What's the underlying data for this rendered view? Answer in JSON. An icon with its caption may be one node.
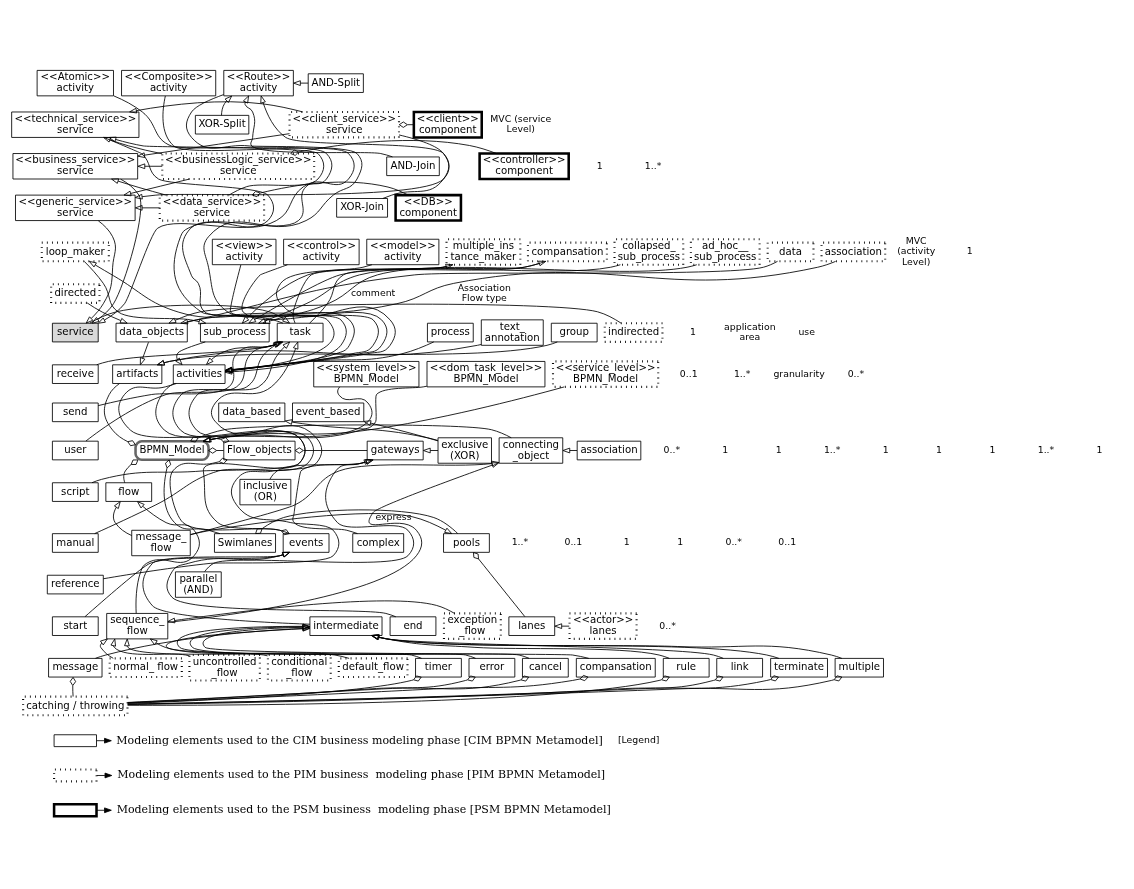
{
  "diagram": {
    "nodes": [
      {
        "text": [
          "<<Atomic>> activity"
        ]
      },
      {
        "text": [
          "<<Composite>> activity"
        ]
      },
      {
        "text": [
          "<<Route>> activity"
        ]
      },
      {
        "text": [
          "AND-Split"
        ]
      },
      {
        "text": [
          "XOR-Split"
        ]
      },
      {
        "text": [
          "AND-Join"
        ]
      },
      {
        "text": [
          "XOR-Join"
        ]
      },
      {
        "text": [
          "<<technical_service>> service"
        ]
      },
      {
        "text": [
          "<<business_service>> service"
        ]
      },
      {
        "text": [
          "<<generic_service>> service"
        ]
      },
      {
        "text": [
          "<<client_service>> service"
        ]
      },
      {
        "text": [
          "<<businessLogic_service>> service"
        ]
      },
      {
        "text": [
          "<<data_service>> service"
        ]
      },
      {
        "text": [
          "<<client>> component"
        ]
      },
      {
        "text": [
          "<<controller>> component"
        ]
      },
      {
        "text": [
          "<<DB>> component"
        ]
      },
      {
        "text": [
          "loop_maker"
        ]
      },
      {
        "text": [
          "multiple_ins tance_maker"
        ]
      },
      {
        "text": [
          "compansation"
        ]
      },
      {
        "text": [
          "collapsed_ sub_process"
        ]
      },
      {
        "text": [
          "ad_hoc__ sub_process"
        ]
      },
      {
        "text": [
          "<<view>> activity"
        ]
      },
      {
        "text": [
          "<<control>> activity"
        ]
      },
      {
        "text": [
          "<<model>> activity"
        ]
      },
      {
        "text": [
          "data"
        ]
      },
      {
        "text": [
          "association"
        ]
      },
      {
        "text": [
          "directed"
        ]
      },
      {
        "text": [
          "indirected"
        ]
      },
      {
        "text": [
          "service"
        ]
      },
      {
        "text": [
          "task"
        ]
      },
      {
        "text": [
          "sub_process"
        ]
      },
      {
        "text": [
          "process"
        ]
      },
      {
        "text": [
          "text_ annotation"
        ]
      },
      {
        "text": [
          "group"
        ]
      },
      {
        "text": [
          "data_objects"
        ]
      },
      {
        "text": [
          "receive"
        ]
      },
      {
        "text": [
          "send"
        ]
      },
      {
        "text": [
          "user"
        ]
      },
      {
        "text": [
          "script"
        ]
      },
      {
        "text": [
          "manual"
        ]
      },
      {
        "text": [
          "reference"
        ]
      },
      {
        "text": [
          "activities"
        ]
      },
      {
        "text": [
          "artifacts"
        ]
      },
      {
        "text": [
          "<<system_level>> BPMN_Model"
        ]
      },
      {
        "text": [
          "<<dom_task_level>> BPMN_Model"
        ]
      },
      {
        "text": [
          "<<service_level>> BPMN_Model"
        ]
      },
      {
        "text": [
          "data_based"
        ]
      },
      {
        "text": [
          "event_based"
        ]
      },
      {
        "text": [
          "exclusive (XOR)"
        ]
      },
      {
        "text": [
          "gateways"
        ]
      },
      {
        "text": [
          "Flow_objects"
        ]
      },
      {
        "text": [
          "BPMN_Model"
        ]
      },
      {
        "text": [
          "connecting _object"
        ]
      },
      {
        "text": [
          "association"
        ]
      },
      {
        "text": [
          "inclusive (OR)"
        ]
      },
      {
        "text": [
          "flow"
        ]
      },
      {
        "text": [
          "complex"
        ]
      },
      {
        "text": [
          "events"
        ]
      },
      {
        "text": [
          "Swimlanes"
        ]
      },
      {
        "text": [
          "pools"
        ]
      },
      {
        "text": [
          "message_ flow"
        ]
      },
      {
        "text": [
          "parallel (AND)"
        ]
      },
      {
        "text": [
          "start"
        ]
      },
      {
        "text": [
          "intermediate"
        ]
      },
      {
        "text": [
          "end"
        ]
      },
      {
        "text": [
          "<<actor>> lanes"
        ]
      },
      {
        "text": [
          "lanes"
        ]
      },
      {
        "text": [
          "sequence_ flow"
        ]
      },
      {
        "text": [
          "exception _flow"
        ]
      },
      {
        "text": [
          "message"
        ]
      },
      {
        "text": [
          "timer"
        ]
      },
      {
        "text": [
          "error"
        ]
      },
      {
        "text": [
          "cancel"
        ]
      },
      {
        "text": [
          "compansation"
        ]
      },
      {
        "text": [
          "rule"
        ]
      },
      {
        "text": [
          "link"
        ]
      },
      {
        "text": [
          "terminate"
        ]
      },
      {
        "text": [
          "multiple"
        ]
      },
      {
        "text": [
          "normal_ flow"
        ]
      },
      {
        "text": [
          "uncontrolled _flow"
        ]
      },
      {
        "text": [
          "conditional _flow"
        ]
      },
      {
        "text": [
          "default_flow"
        ]
      },
      {
        "text": [
          "catching / throwing"
        ]
      }
    ],
    "edges": [
      {
        "from": 0,
        "to": 41,
        "arrow": "to"
      },
      {
        "from": 1,
        "to": 41,
        "arrow": "to"
      },
      {
        "from": 2,
        "to": 41,
        "arrow": "to"
      },
      {
        "from": 3,
        "to": 2,
        "arrow": "to"
      },
      {
        "from": 4,
        "to": 2,
        "arrow": "to"
      },
      {
        "from": 5,
        "to": 2,
        "arrow": "to"
      },
      {
        "from": 6,
        "to": 2,
        "arrow": "to"
      },
      {
        "from": 10,
        "to": 7,
        "arrow": "to"
      },
      {
        "from": 10,
        "to": 8,
        "arrow": "to"
      },
      {
        "from": 10,
        "to": 9,
        "arrow": "to"
      },
      {
        "from": 11,
        "to": 7,
        "arrow": "to"
      },
      {
        "from": 11,
        "to": 8,
        "arrow": "to"
      },
      {
        "from": 11,
        "to": 9,
        "arrow": "to"
      },
      {
        "from": 12,
        "to": 7,
        "arrow": "to"
      },
      {
        "from": 12,
        "to": 8,
        "arrow": "to"
      },
      {
        "from": 12,
        "to": 9,
        "arrow": "to"
      },
      {
        "from": 7,
        "to": 28,
        "arrow": "to"
      },
      {
        "from": 8,
        "to": 28,
        "arrow": "to"
      },
      {
        "from": 9,
        "to": 28,
        "arrow": "to"
      },
      {
        "from": 10,
        "to": 13,
        "arrow": "other"
      },
      {
        "from": 11,
        "to": 14,
        "arrow": "other"
      },
      {
        "from": 12,
        "to": 15,
        "arrow": "other"
      },
      {
        "from": 16,
        "to": 30,
        "arrow": "to"
      },
      {
        "from": 17,
        "to": 30,
        "arrow": "to"
      },
      {
        "from": 18,
        "to": 30,
        "arrow": "to"
      },
      {
        "from": 19,
        "to": 30,
        "arrow": "to"
      },
      {
        "from": 20,
        "to": 30,
        "arrow": "to"
      },
      {
        "from": 29,
        "to": 16,
        "arrow": "to"
      },
      {
        "from": 29,
        "to": 17,
        "arrow": "to"
      },
      {
        "from": 29,
        "to": 18,
        "arrow": "to"
      },
      {
        "from": 21,
        "to": 41,
        "arrow": "to"
      },
      {
        "from": 22,
        "to": 41,
        "arrow": "to"
      },
      {
        "from": 23,
        "to": 41,
        "arrow": "to"
      },
      {
        "from": 24,
        "to": 34,
        "arrow": "none",
        "label": "comment"
      },
      {
        "from": 25,
        "to": 34,
        "arrow": "to"
      },
      {
        "from": 26,
        "to": 34,
        "arrow": "to"
      },
      {
        "from": 27,
        "to": 34,
        "arrow": "to"
      },
      {
        "from": 28,
        "to": 29,
        "arrow": "to"
      },
      {
        "from": 35,
        "to": 29,
        "arrow": "to"
      },
      {
        "from": 36,
        "to": 29,
        "arrow": "to"
      },
      {
        "from": 37,
        "to": 29,
        "arrow": "to"
      },
      {
        "from": 38,
        "to": 29,
        "arrow": "to"
      },
      {
        "from": 39,
        "to": 29,
        "arrow": "to"
      },
      {
        "from": 40,
        "to": 29,
        "arrow": "to"
      },
      {
        "from": 29,
        "to": 41,
        "arrow": "to"
      },
      {
        "from": 30,
        "to": 41,
        "arrow": "to"
      },
      {
        "from": 31,
        "to": 41,
        "arrow": "to"
      },
      {
        "from": 32,
        "to": 42,
        "arrow": "to"
      },
      {
        "from": 33,
        "to": 42,
        "arrow": "to"
      },
      {
        "from": 34,
        "to": 42,
        "arrow": "to"
      },
      {
        "from": 51,
        "to": 42,
        "arrow": "other"
      },
      {
        "from": 43,
        "to": 51,
        "arrow": "to"
      },
      {
        "from": 44,
        "to": 51,
        "arrow": "to"
      },
      {
        "from": 45,
        "to": 51,
        "arrow": "to"
      },
      {
        "from": 48,
        "to": 46,
        "arrow": "to"
      },
      {
        "from": 48,
        "to": 47,
        "arrow": "to"
      },
      {
        "from": 48,
        "to": 49,
        "arrow": "to"
      },
      {
        "from": 54,
        "to": 49,
        "arrow": "to"
      },
      {
        "from": 56,
        "to": 49,
        "arrow": "to"
      },
      {
        "from": 61,
        "to": 49,
        "arrow": "to"
      },
      {
        "from": 50,
        "to": 41,
        "arrow": "other"
      },
      {
        "from": 50,
        "to": 49,
        "arrow": "other"
      },
      {
        "from": 50,
        "to": 57,
        "arrow": "other"
      },
      {
        "from": 57,
        "to": 41,
        "arrow": "other"
      },
      {
        "from": 51,
        "to": 50,
        "arrow": "other"
      },
      {
        "from": 51,
        "to": 52,
        "arrow": "other"
      },
      {
        "from": 51,
        "to": 58,
        "arrow": "other"
      },
      {
        "from": 51,
        "to": 55,
        "arrow": "other"
      },
      {
        "from": 53,
        "to": 52,
        "arrow": "to"
      },
      {
        "from": 60,
        "to": 52,
        "arrow": "to"
      },
      {
        "from": 67,
        "to": 52,
        "arrow": "to"
      },
      {
        "from": 60,
        "to": 55,
        "arrow": "to"
      },
      {
        "from": 67,
        "to": 55,
        "arrow": "to"
      },
      {
        "from": 60,
        "to": 59,
        "arrow": "to",
        "label": "express"
      },
      {
        "from": 58,
        "to": 59,
        "arrow": "other"
      },
      {
        "from": 59,
        "to": 66,
        "arrow": "other"
      },
      {
        "from": 65,
        "to": 66,
        "arrow": "to"
      },
      {
        "from": 62,
        "to": 57,
        "arrow": "to"
      },
      {
        "from": 63,
        "to": 57,
        "arrow": "to"
      },
      {
        "from": 64,
        "to": 57,
        "arrow": "to"
      },
      {
        "from": 68,
        "to": 67,
        "arrow": "to"
      },
      {
        "from": 78,
        "to": 67,
        "arrow": "to"
      },
      {
        "from": 79,
        "to": 67,
        "arrow": "to"
      },
      {
        "from": 80,
        "to": 67,
        "arrow": "to"
      },
      {
        "from": 81,
        "to": 67,
        "arrow": "to"
      },
      {
        "from": 69,
        "to": 63,
        "arrow": "to"
      },
      {
        "from": 70,
        "to": 63,
        "arrow": "to"
      },
      {
        "from": 71,
        "to": 63,
        "arrow": "to"
      },
      {
        "from": 72,
        "to": 63,
        "arrow": "to"
      },
      {
        "from": 73,
        "to": 63,
        "arrow": "to"
      },
      {
        "from": 74,
        "to": 63,
        "arrow": "to"
      },
      {
        "from": 75,
        "to": 63,
        "arrow": "to"
      },
      {
        "from": 76,
        "to": 63,
        "arrow": "to"
      },
      {
        "from": 77,
        "to": 63,
        "arrow": "to"
      },
      {
        "from": 69,
        "to": 82,
        "arrow": "other"
      },
      {
        "from": 70,
        "to": 82,
        "arrow": "other"
      },
      {
        "from": 71,
        "to": 82,
        "arrow": "other"
      },
      {
        "from": 72,
        "to": 82,
        "arrow": "other"
      },
      {
        "from": 73,
        "to": 82,
        "arrow": "other"
      },
      {
        "from": 74,
        "to": 82,
        "arrow": "other"
      },
      {
        "from": 75,
        "to": 82,
        "arrow": "other"
      },
      {
        "from": 76,
        "to": 82,
        "arrow": "other"
      },
      {
        "from": 77,
        "to": 82,
        "arrow": "other"
      }
    ],
    "labels": [
      "MVC (service Level)",
      "1",
      "1..*",
      "MVC (activity Level)",
      "1",
      "1",
      "application area",
      "use",
      "Association Flow type",
      "0..1",
      "1..*",
      "0..*",
      "granularity",
      "1",
      "1",
      "1..*",
      "1",
      "0..*",
      "1",
      "1",
      "1..*",
      "1",
      "1..*",
      "0..1",
      "1",
      "1",
      "0..*",
      "0..1",
      "0..*",
      "[Legend]"
    ],
    "legend": [
      {
        "text": "Modeling elements used to the CIM business modeling phase [CIM BPMN Metamodel]"
      },
      {
        "text": "Modeling elements used to the PIM business  modeling phase [PIM BPMN Metamodel]"
      },
      {
        "text": "Modeling elements used to the PSM business  modeling phase [PSM BPMN Metamodel]"
      }
    ]
  }
}
